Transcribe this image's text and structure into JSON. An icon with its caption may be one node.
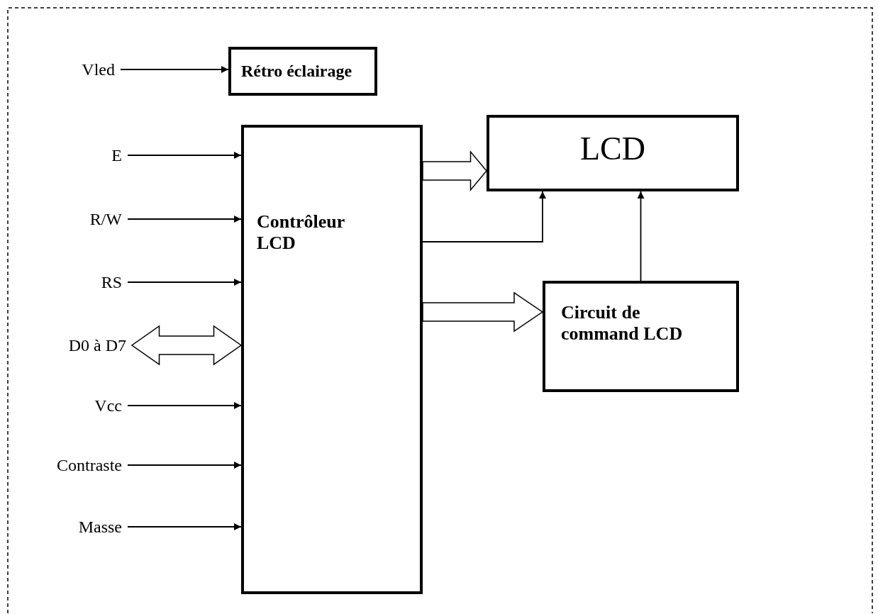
{
  "diagram": {
    "nodes": [
      {
        "text": [
          "Vled"
        ]
      },
      {
        "text": [
          "Rétro éclairage"
        ]
      },
      {
        "text": [
          "E"
        ]
      },
      {
        "text": [
          "R/W"
        ]
      },
      {
        "text": [
          "RS"
        ]
      },
      {
        "text": [
          "D0 à D7"
        ]
      },
      {
        "text": [
          "Vcc"
        ]
      },
      {
        "text": [
          "Contraste"
        ]
      },
      {
        "text": [
          "Masse"
        ]
      },
      {
        "text": [
          "Contrôleur LCD"
        ]
      },
      {
        "text": [
          "LCD"
        ]
      },
      {
        "text": [
          "Circuit de command LCD"
        ]
      }
    ],
    "edges": [
      {
        "from": 0,
        "to": 1,
        "arrow": "to"
      },
      {
        "from": 2,
        "to": 9,
        "arrow": "to"
      },
      {
        "from": 3,
        "to": 9,
        "arrow": "to"
      },
      {
        "from": 4,
        "to": 9,
        "arrow": "to"
      },
      {
        "from": 5,
        "to": 9,
        "arrow": "both",
        "style": "thick"
      },
      {
        "from": 6,
        "to": 9,
        "arrow": "to"
      },
      {
        "from": 7,
        "to": 9,
        "arrow": "to"
      },
      {
        "from": 8,
        "to": 9,
        "arrow": "to"
      },
      {
        "from": 9,
        "to": 10,
        "arrow": "to",
        "style": "thick"
      },
      {
        "from": 9,
        "to": 10,
        "arrow": "to"
      },
      {
        "from": 9,
        "to": 11,
        "arrow": "to",
        "style": "thick"
      },
      {
        "from": 11,
        "to": 10,
        "arrow": "to"
      }
    ]
  }
}
